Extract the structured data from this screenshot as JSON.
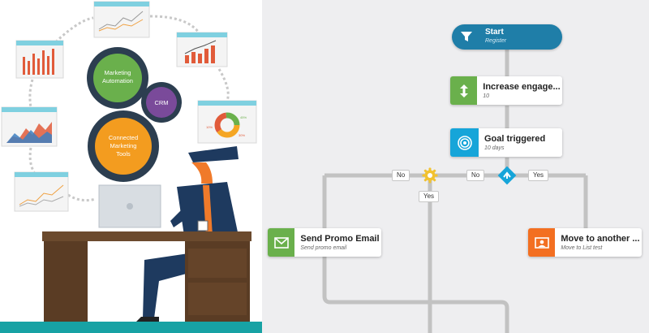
{
  "illustration": {
    "gears": [
      {
        "label": "Marketing Automation",
        "lines": [
          "Marketing",
          "Automation"
        ],
        "color": "#6ab04c"
      },
      {
        "label": "CRM",
        "lines": [
          "CRM"
        ],
        "color": "#7a4a9a"
      },
      {
        "label": "Connected Marketing Tools",
        "lines": [
          "Connected",
          "Marketing",
          "Tools"
        ],
        "color": "#f39c1f"
      }
    ],
    "donut_pct_labels": [
      "10%",
      "45%",
      "30%"
    ]
  },
  "workflow": {
    "start": {
      "title": "Start",
      "subtitle": "Register",
      "icon": "funnel-icon"
    },
    "nodes": [
      {
        "id": "increase",
        "title": "Increase engage...",
        "subtitle": "10",
        "icon": "up-down-arrows-icon",
        "color": "#6ab04c"
      },
      {
        "id": "goal",
        "title": "Goal triggered",
        "subtitle": "10 days",
        "icon": "target-icon",
        "color": "#16a5d9"
      },
      {
        "id": "promo",
        "title": "Send Promo Email",
        "subtitle": "Send promo email",
        "icon": "envelope-icon",
        "color": "#6ab04c"
      },
      {
        "id": "move",
        "title": "Move to another ...",
        "subtitle": "Move to List test",
        "icon": "contact-card-icon",
        "color": "#f36f21"
      }
    ],
    "branch_labels": {
      "gear_no": "No",
      "gear_yes": "Yes",
      "cond_no": "No",
      "cond_yes": "Yes"
    },
    "colors": {
      "start": "#1f7ea8",
      "gear": "#f2c230",
      "condition": "#16a5d9",
      "line": "#c2c2c2"
    }
  }
}
